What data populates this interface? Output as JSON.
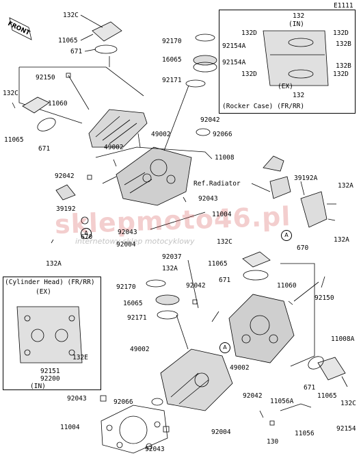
{
  "page_code": "E1111",
  "front_label": "FRONT",
  "callouts": {
    "c132c_top": "132C",
    "c11065_top": "11065",
    "c671_top": "671",
    "c92150_left": "92150",
    "c132c_left": "132C",
    "c11060_left": "11060",
    "c11065_left": "11065",
    "c671_left": "671",
    "c49002_left": "49002",
    "c92042_left": "92042",
    "c39192_left": "39192",
    "c670_left": "670",
    "c132a_left": "132A",
    "c92170_top": "92170",
    "c16065_top": "16065",
    "c92171_top": "92171",
    "c92042_mid": "92042",
    "c49002_mid": "49002",
    "c92066_mid": "92066",
    "c11008": "11008",
    "c92043_mid": "92043",
    "c11004_mid": "11004",
    "c92043_mid2": "92043",
    "c92004_mid": "92004",
    "ref_radiator": "Ref.Radiator",
    "c39192a": "39192A",
    "c132a_r1": "132A",
    "c132a_r2": "132A",
    "c670_right": "670",
    "c132c_mid": "132C",
    "c92037": "92037",
    "c132a_mid": "132A",
    "c11065_mid": "11065",
    "c671_mid": "671",
    "c92170_low": "92170",
    "c92042_low": "92042",
    "c16065_low": "16065",
    "c92171_low": "92171",
    "c11060_right": "11060",
    "c92150_right": "92150",
    "c11008a": "11008A",
    "c49002_low": "49002",
    "c49002_low2": "49002",
    "c671_low": "671",
    "c11065_low": "11065",
    "c132c_low": "132C",
    "c92043_low": "92043",
    "c92066_low": "92066",
    "c11004_low": "11004",
    "c92043_low2": "92043",
    "c92042_bot": "92042",
    "c11056a": "11056A",
    "c92004_bot": "92004",
    "c130": "130",
    "c11056": "11056",
    "c92154": "92154"
  },
  "inset_rocker": {
    "c132_top": "132",
    "in_label": "(IN)",
    "c132d_1": "132D",
    "c132d_2": "132D",
    "c92154a_1": "92154A",
    "c132b_1": "132B",
    "c92154a_2": "92154A",
    "c132b_2": "132B",
    "c132d_3": "132D",
    "c132d_4": "132D",
    "ex_label": "(EX)",
    "c132_bot": "132",
    "caption": "(Rocker Case) (FR/RR)"
  },
  "inset_head": {
    "caption": "(Cylinder Head) (FR/RR)",
    "ex_label": "(EX)",
    "c132e": "132E",
    "c92151": "92151",
    "c92200": "92200",
    "in_label": "(IN)"
  },
  "watermark": {
    "main": "sklepmoto46.pl",
    "sub": "internetowy sklep motocyklowy"
  },
  "ref_markers": {
    "a1": "A",
    "a2": "A",
    "a3": "A"
  }
}
